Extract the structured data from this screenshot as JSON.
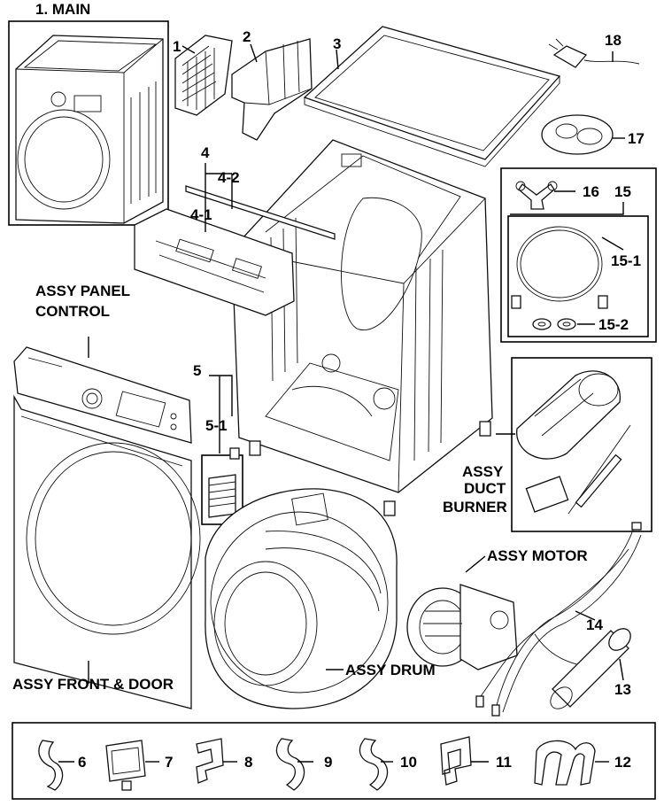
{
  "title": "1. MAIN",
  "captions": {
    "panel_control_line1": "ASSY PANEL",
    "panel_control_line2": "CONTROL",
    "front_door": "ASSY FRONT & DOOR",
    "drum": "ASSY DRUM",
    "motor": "ASSY MOTOR",
    "duct_line1": "ASSY",
    "duct_line2": "DUCT",
    "duct_line3": "BURNER"
  },
  "callouts": {
    "c1": "1",
    "c2": "2",
    "c3": "3",
    "c4": "4",
    "c4_1": "4-1",
    "c4_2": "4-2",
    "c5": "5",
    "c5_1": "5-1",
    "c6": "6",
    "c7": "7",
    "c8": "8",
    "c9": "9",
    "c10": "10",
    "c11": "11",
    "c12": "12",
    "c13": "13",
    "c14": "14",
    "c15": "15",
    "c15_1": "15-1",
    "c15_2": "15-2",
    "c16": "16",
    "c17": "17",
    "c18": "18"
  }
}
